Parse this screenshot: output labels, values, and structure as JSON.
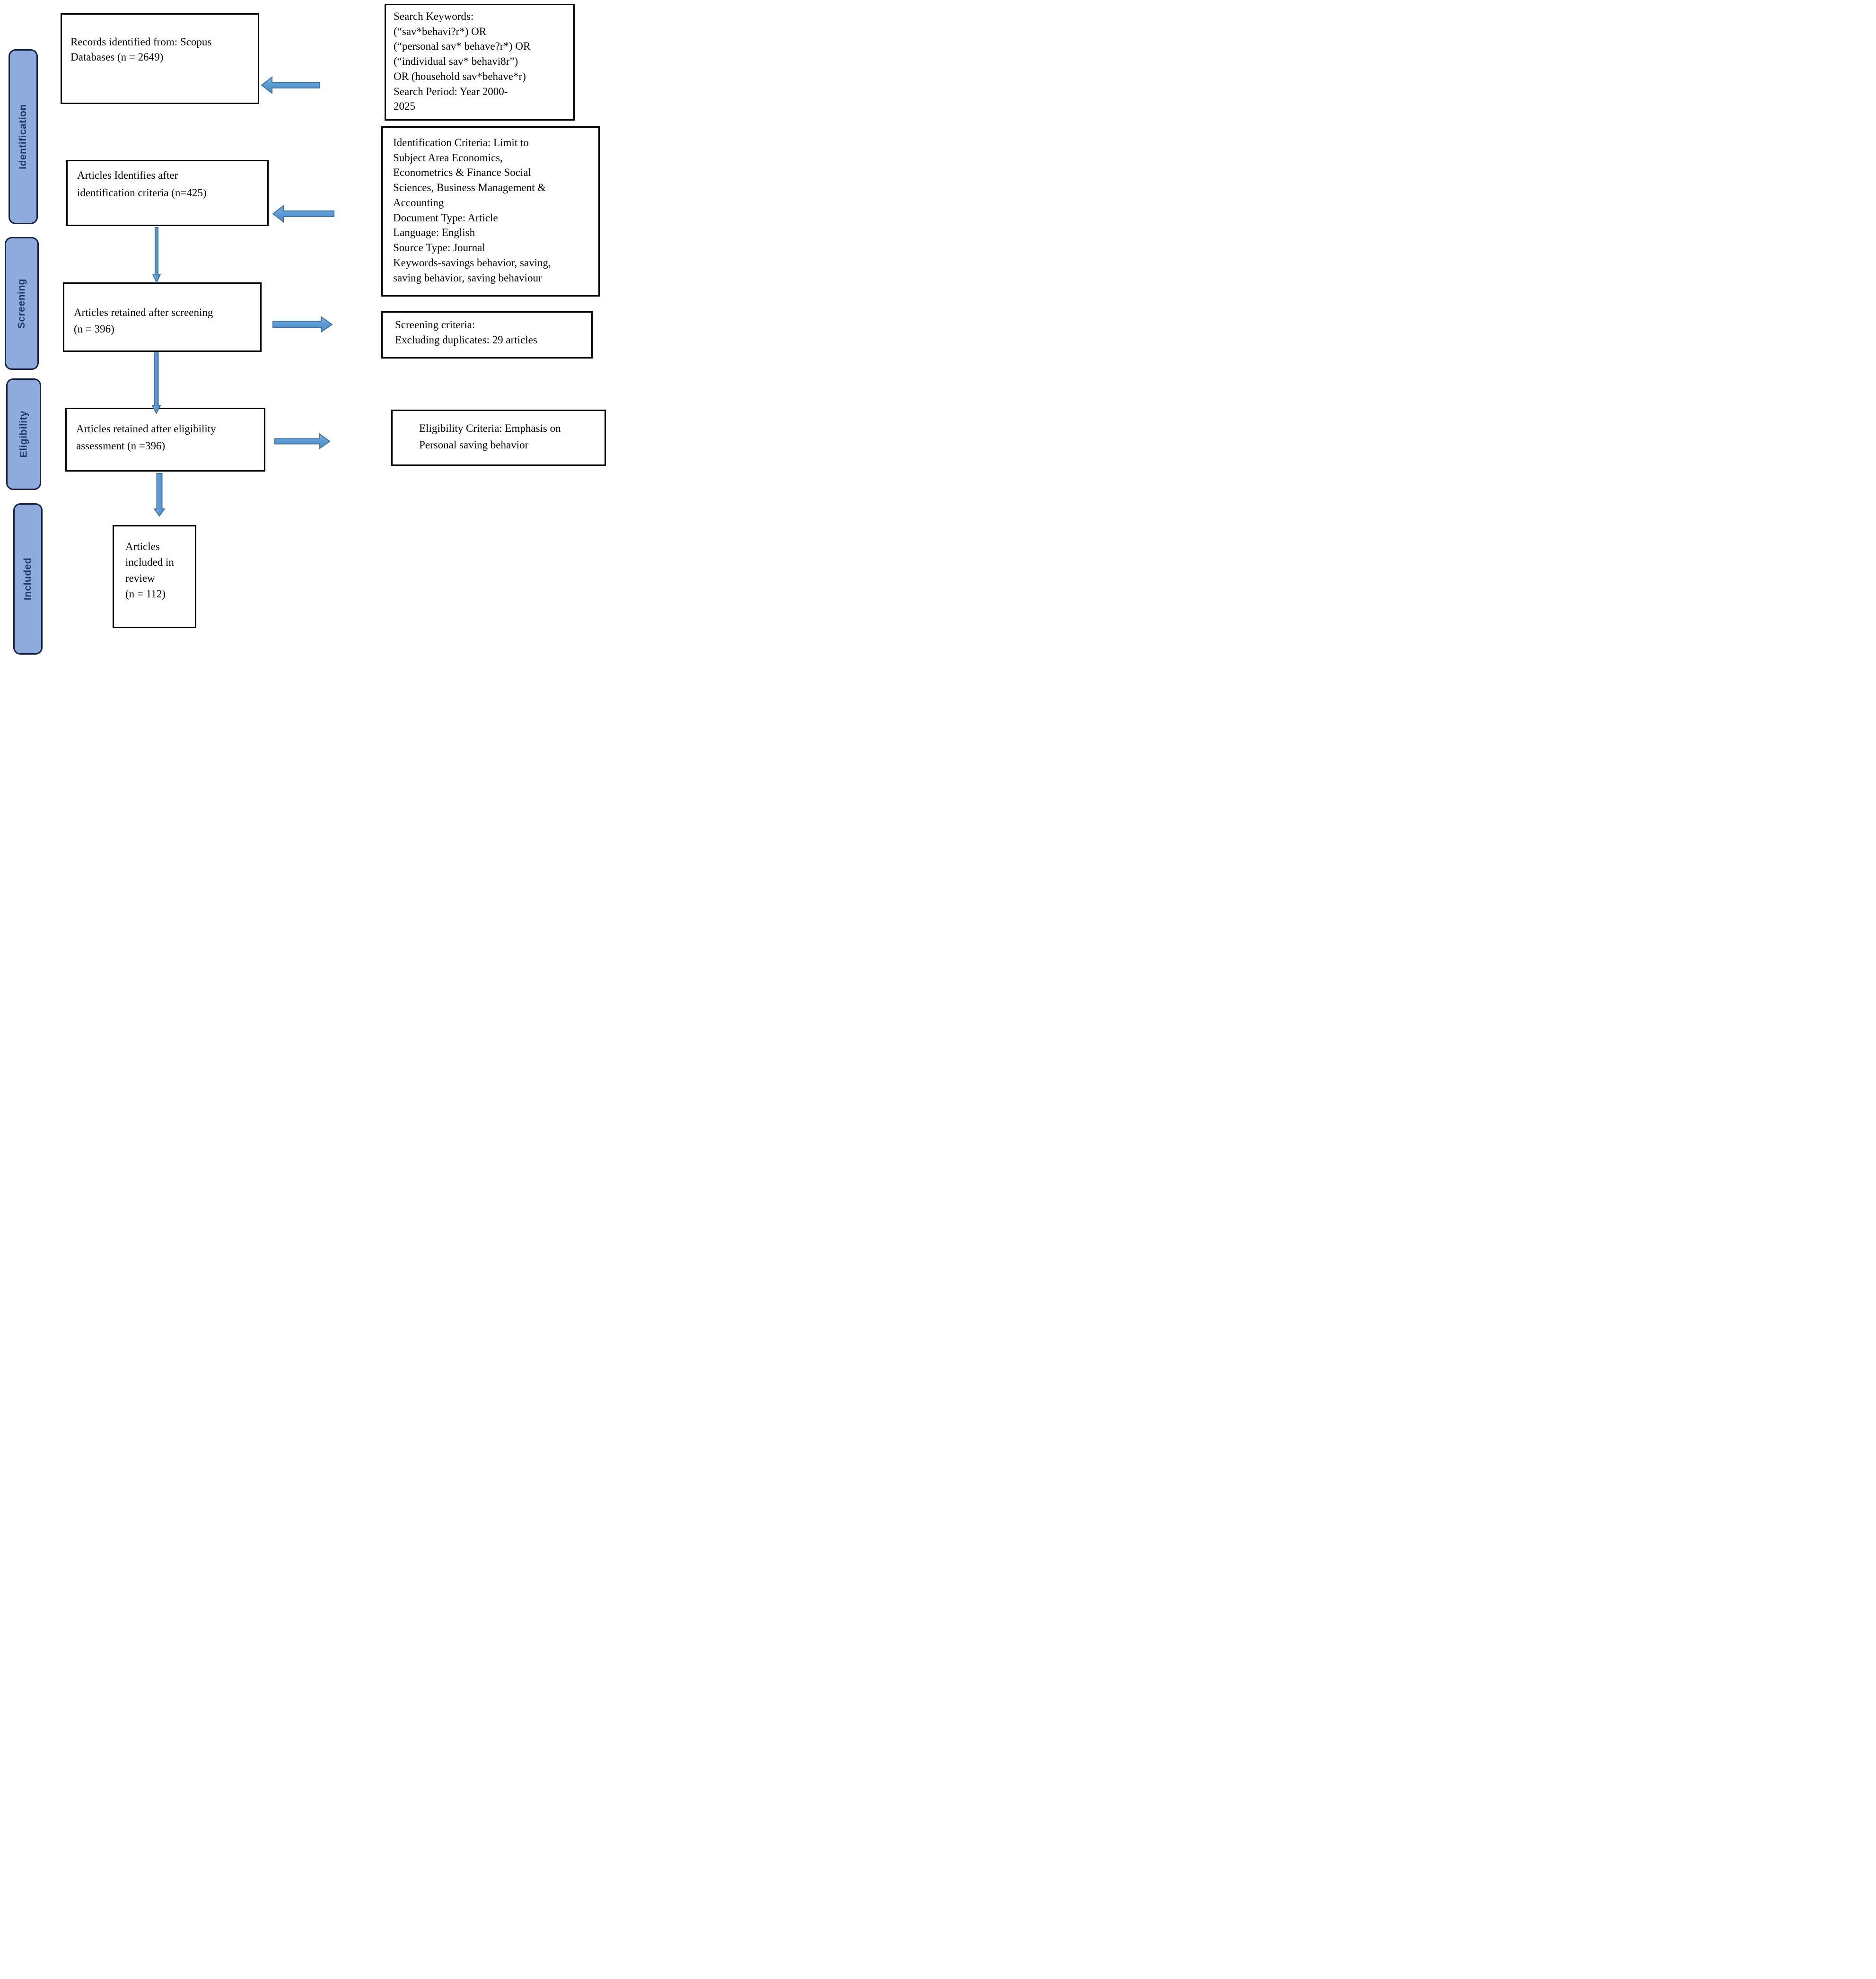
{
  "figure": {
    "type": "prisma-flow-diagram",
    "stages": [
      "Identification",
      "Screening",
      "Eligibility",
      "Included"
    ],
    "boxes": {
      "records": "Records identified from: Scopus\nDatabases (n = 2649)",
      "search_keywords": "Search Keywords:\n(“sav*behavi?r*) OR\n(“personal sav* behave?r*) OR\n(“individual sav* behavi8r”)\nOR (household sav*behave*r)\nSearch Period: Year 2000-\n2025",
      "identified": "Articles Identifies after\nidentification criteria (n=425)",
      "identification_criteria": "Identification Criteria: Limit to\nSubject Area Economics,\nEconometrics & Finance Social\nSciences, Business Management &\nAccounting\nDocument Type: Article\nLanguage: English\nSource Type: Journal\nKeywords-savings behavior, saving,\nsaving behavior, saving behaviour",
      "screened": "Articles retained after screening\n(n = 396)",
      "screening_criteria": "Screening criteria:\nExcluding duplicates: 29 articles",
      "eligible": "Articles retained after eligibility\nassessment (n =396)",
      "eligibility_criteria": "Eligibility Criteria: Emphasis on\nPersonal saving behavior",
      "included": "Articles\nincluded in\nreview\n(n = 112)"
    },
    "colors": {
      "stage_fill": "#8faadc",
      "stage_border": "#17223d",
      "stage_text": "#1f3864",
      "arrow_fill": "#5b9bd5",
      "arrow_stroke": "#41719c",
      "box_border": "#000000",
      "box_fill": "#ffffff"
    }
  }
}
